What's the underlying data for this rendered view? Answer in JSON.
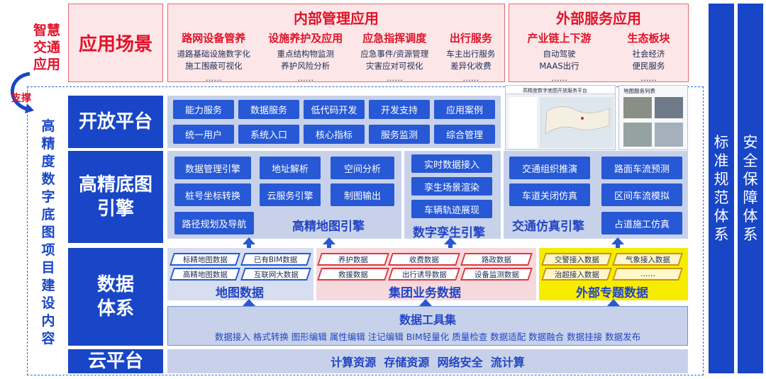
{
  "side_label": "智慧交通应用",
  "support_label": "支撑",
  "left_vertical": "高精度数字底图项目建设内容",
  "scenario": {
    "label": "应用场景",
    "internal": {
      "title": "内部管理应用",
      "groups": [
        {
          "head": "路网设备管养",
          "items": [
            "道路基础设施数字化",
            "施工围蔽可视化",
            "……"
          ]
        },
        {
          "head": "设施养护及应用",
          "items": [
            "重点结构物监测",
            "养护风险分析",
            "……"
          ]
        },
        {
          "head": "应急指挥调度",
          "items": [
            "应急事件/资源管理",
            "灾害应对可视化",
            "……"
          ]
        },
        {
          "head": "出行服务",
          "items": [
            "车主出行服务",
            "差异化收费",
            "……"
          ]
        }
      ]
    },
    "external": {
      "title": "外部服务应用",
      "groups": [
        {
          "head": "产业链上下游",
          "items": [
            "自动驾驶",
            "MAAS出行",
            "……"
          ]
        },
        {
          "head": "生态板块",
          "items": [
            "社会经济",
            "便民服务",
            "……"
          ]
        }
      ]
    }
  },
  "layers": {
    "open_platform": {
      "label": "开放平台",
      "row1": [
        "能力服务",
        "数据服务",
        "低代码开发",
        "开发支持",
        "应用案例"
      ],
      "row2": [
        "统一用户",
        "系统入口",
        "核心指标",
        "服务监测",
        "综合管理"
      ],
      "screens": {
        "left_title": "高精度数字底图开放服务平台",
        "right_title": "地图服务列表"
      }
    },
    "engine": {
      "label": "高精底图引擎",
      "map_engine": {
        "title": "高精地图引擎",
        "items": [
          "数据管理引擎",
          "地址解析",
          "空间分析",
          "桩号坐标转换",
          "云服务引擎",
          "制图输出",
          "路径规划及导航"
        ]
      },
      "twin_engine": {
        "title": "数字孪生引擎",
        "items": [
          "实时数据接入",
          "孪生场景渲染",
          "车辆轨迹展现"
        ]
      },
      "sim_engine": {
        "title": "交通仿真引擎",
        "items": [
          "交通组织推演",
          "路面车流预测",
          "车道关闭仿真",
          "区间车流模拟",
          "占道施工仿真"
        ]
      }
    },
    "data_system": {
      "label": "数据体系",
      "map_data": {
        "title": "地图数据",
        "items": [
          "标精地图数据",
          "已有BIM数据",
          "高精地图数据",
          "互联网大数据"
        ]
      },
      "group_data": {
        "title": "集团业务数据",
        "items": [
          "养护数据",
          "收费数据",
          "路政数据",
          "救援数据",
          "出行诱导数据",
          "设备监测数据"
        ]
      },
      "external_data": {
        "title": "外部专题数据",
        "items": [
          "交警接入数据",
          "气象接入数据",
          "治超接入数据",
          "……"
        ]
      },
      "tools": {
        "title": "数据工具集",
        "items": "数据接入 格式转换 图形编辑 属性编辑 注记编辑 BIM轻量化 质量检查 数据适配 数据融合 数据挂接 数据发布"
      }
    },
    "cloud": {
      "label": "云平台",
      "items": "计算资源  存储资源  网络安全  流计算"
    }
  },
  "right_bars": [
    "标准规范体系",
    "安全保障体系"
  ],
  "colors": {
    "primary_blue": "#1846c6",
    "red": "#e0132a",
    "pink": "#fde6e7",
    "panel": "#c7d2ea",
    "gold": "#f5e400"
  }
}
